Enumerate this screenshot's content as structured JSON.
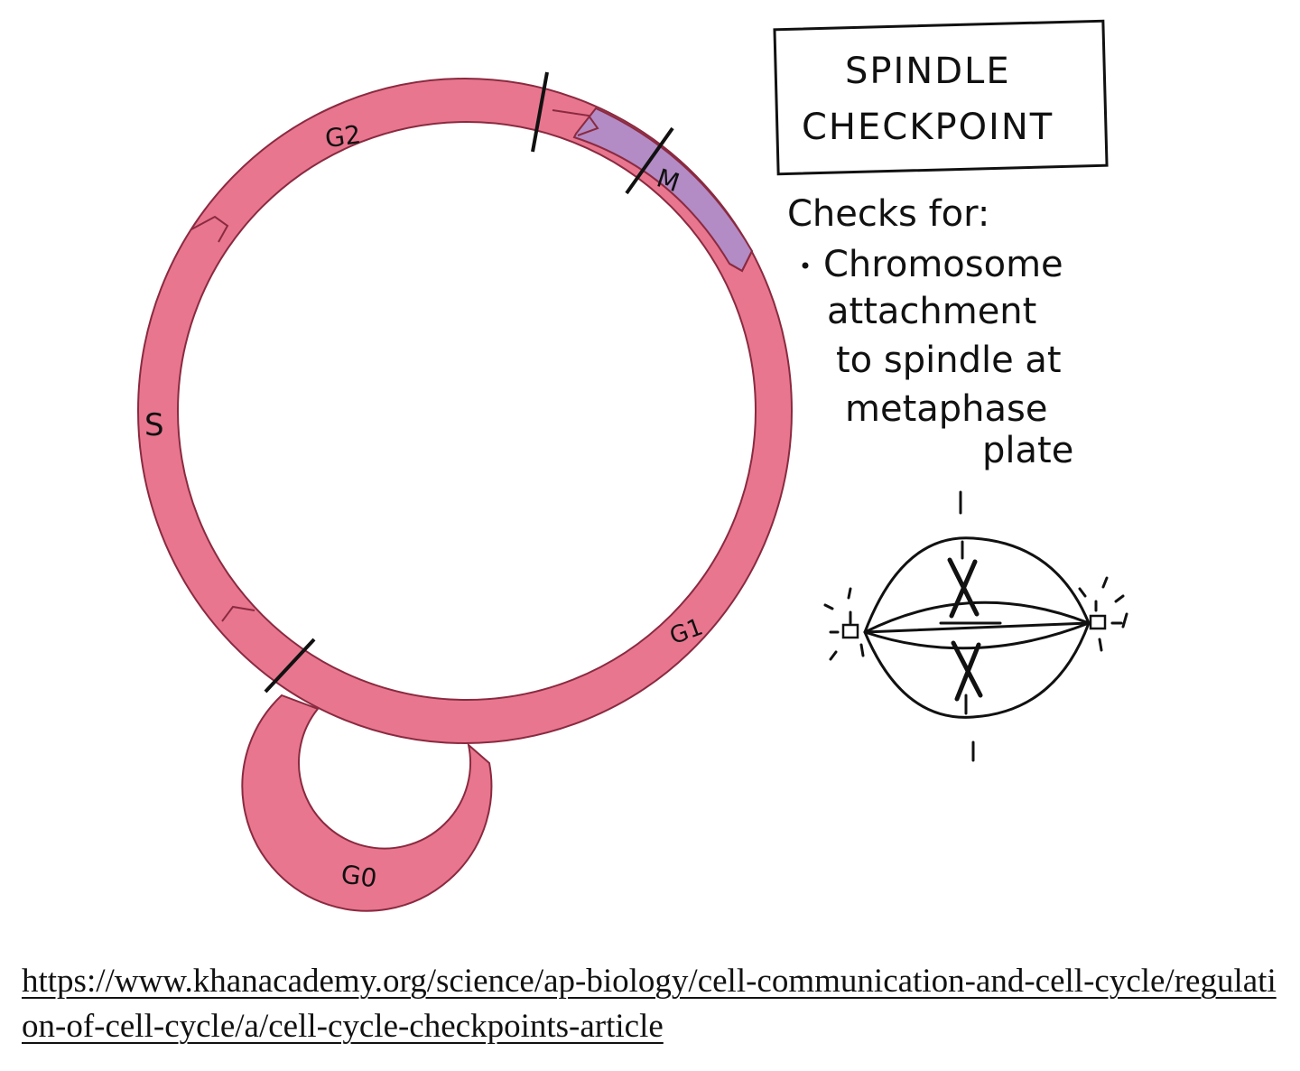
{
  "colors": {
    "cycle_fill": "#e8768f",
    "cycle_stroke": "#8a2a40",
    "mitosis_fill": "#b38bc5",
    "ink": "#111111"
  },
  "phases": {
    "g2": "G2",
    "m": "M",
    "s": "S",
    "g1": "G1",
    "g0": "G0"
  },
  "title": {
    "line1": "SPINDLE",
    "line2": "CHECKPOINT"
  },
  "notes": {
    "heading": "Checks for:",
    "bullet_line1": "Chromosome",
    "bullet_line2": "attachment",
    "bullet_line3": "to spindle at",
    "bullet_line4": "metaphase",
    "bullet_line5": "plate"
  },
  "link": {
    "url": "https://www.khanacademy.org/science/ap-biology/cell-communication-and-cell-cycle/regulation-of-cell-cycle/a/cell-cycle-checkpoints-article"
  }
}
